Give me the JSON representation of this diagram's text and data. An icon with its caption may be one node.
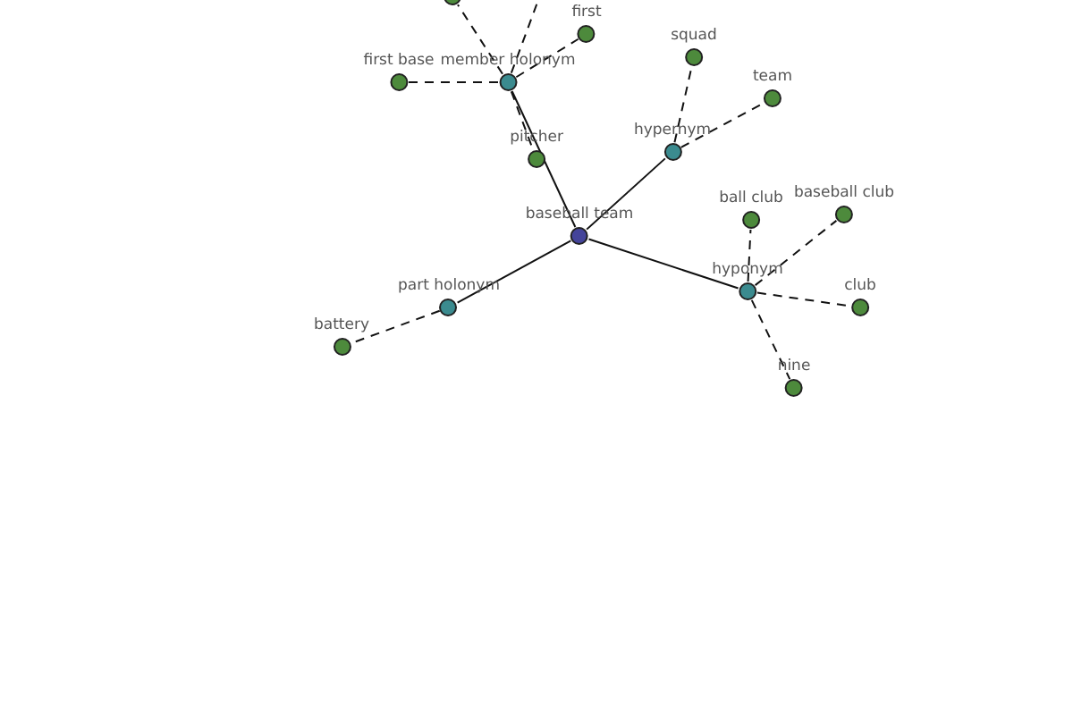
{
  "diagram": {
    "nodes": [
      {
        "text": [
          "baseball team"
        ]
      },
      {
        "text": [
          "member holonym"
        ]
      },
      {
        "text": [
          "hypernym"
        ]
      },
      {
        "text": [
          "hyponym"
        ]
      },
      {
        "text": [
          "part holonym"
        ]
      },
      {
        "text": [
          "first base"
        ]
      },
      {
        "text": [
          "first"
        ]
      },
      {
        "text": [
          "pitcher"
        ]
      },
      {
        "text": [],
        "shape": "circle"
      },
      {
        "text": [
          "squad"
        ]
      },
      {
        "text": [
          "team"
        ]
      },
      {
        "text": [
          "ball club"
        ]
      },
      {
        "text": [
          "baseball club"
        ]
      },
      {
        "text": [
          "club"
        ]
      },
      {
        "text": [
          "nine"
        ]
      },
      {
        "text": [
          "battery"
        ]
      }
    ],
    "edges": [
      {
        "from": 0,
        "to": 1,
        "arrow": "none"
      },
      {
        "from": 0,
        "to": 2,
        "arrow": "none"
      },
      {
        "from": 0,
        "to": 3,
        "arrow": "none"
      },
      {
        "from": 0,
        "to": 4,
        "arrow": "none"
      },
      {
        "from": 1,
        "to": 5,
        "arrow": "none",
        "style": "dashed"
      },
      {
        "from": 1,
        "to": 6,
        "arrow": "none",
        "style": "dashed"
      },
      {
        "from": 1,
        "to": 7,
        "arrow": "none",
        "style": "dashed"
      },
      {
        "from": 1,
        "to": 8,
        "arrow": "none",
        "style": "dashed"
      },
      {
        "from": 1,
        "to": null,
        "arrow": "none",
        "style": "dashed"
      },
      {
        "from": 2,
        "to": 9,
        "arrow": "none",
        "style": "dashed"
      },
      {
        "from": 2,
        "to": 10,
        "arrow": "none",
        "style": "dashed"
      },
      {
        "from": 3,
        "to": 11,
        "arrow": "none",
        "style": "dashed"
      },
      {
        "from": 3,
        "to": 12,
        "arrow": "none",
        "style": "dashed"
      },
      {
        "from": 3,
        "to": 13,
        "arrow": "none",
        "style": "dashed"
      },
      {
        "from": 3,
        "to": 14,
        "arrow": "none",
        "style": "dashed"
      },
      {
        "from": 4,
        "to": 15,
        "arrow": "none",
        "style": "dashed"
      }
    ]
  }
}
